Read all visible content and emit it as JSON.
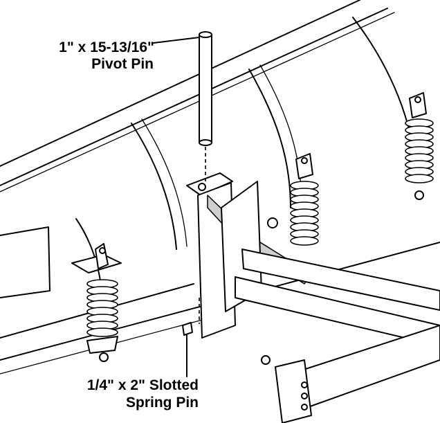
{
  "labels": {
    "pivot_pin": {
      "line1": "1\" x 15-13/16\"",
      "line2": "Pivot Pin"
    },
    "spring_pin": {
      "line1": "1/4\" x 2\" Slotted",
      "line2": "Spring Pin"
    }
  }
}
